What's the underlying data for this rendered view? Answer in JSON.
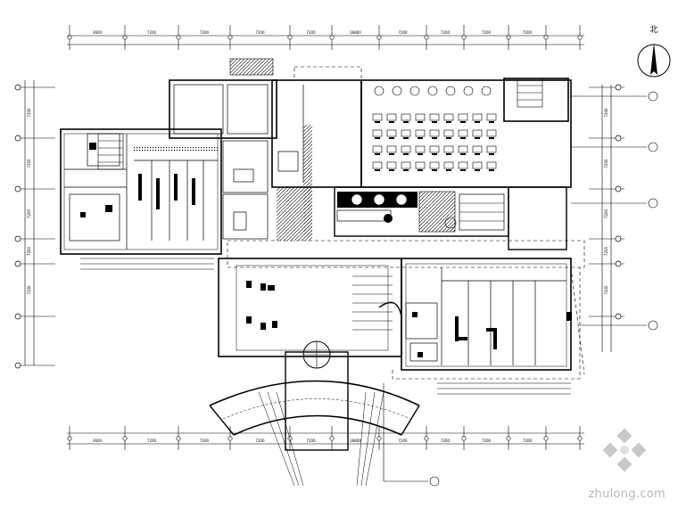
{
  "drawing": {
    "north_label": "北",
    "watermark_text": "zhulong.com",
    "top_dim_labels": [
      "3600",
      "7200",
      "7200",
      "7200",
      "7200",
      "28800",
      "7200",
      "7200",
      "7200",
      "7200"
    ],
    "bottom_dim_labels": [
      "3600",
      "7200",
      "7200",
      "7200",
      "7200",
      "28800",
      "7200",
      "7200",
      "7200",
      "7200"
    ],
    "left_dim_labels": [
      "7200",
      "7200",
      "7200",
      "7200",
      "7200"
    ],
    "right_dim_labels": [
      "7200",
      "7200",
      "7200",
      "7200",
      "7200"
    ],
    "line_color": "#000000",
    "watermark_color": "#b5b5b5"
  }
}
